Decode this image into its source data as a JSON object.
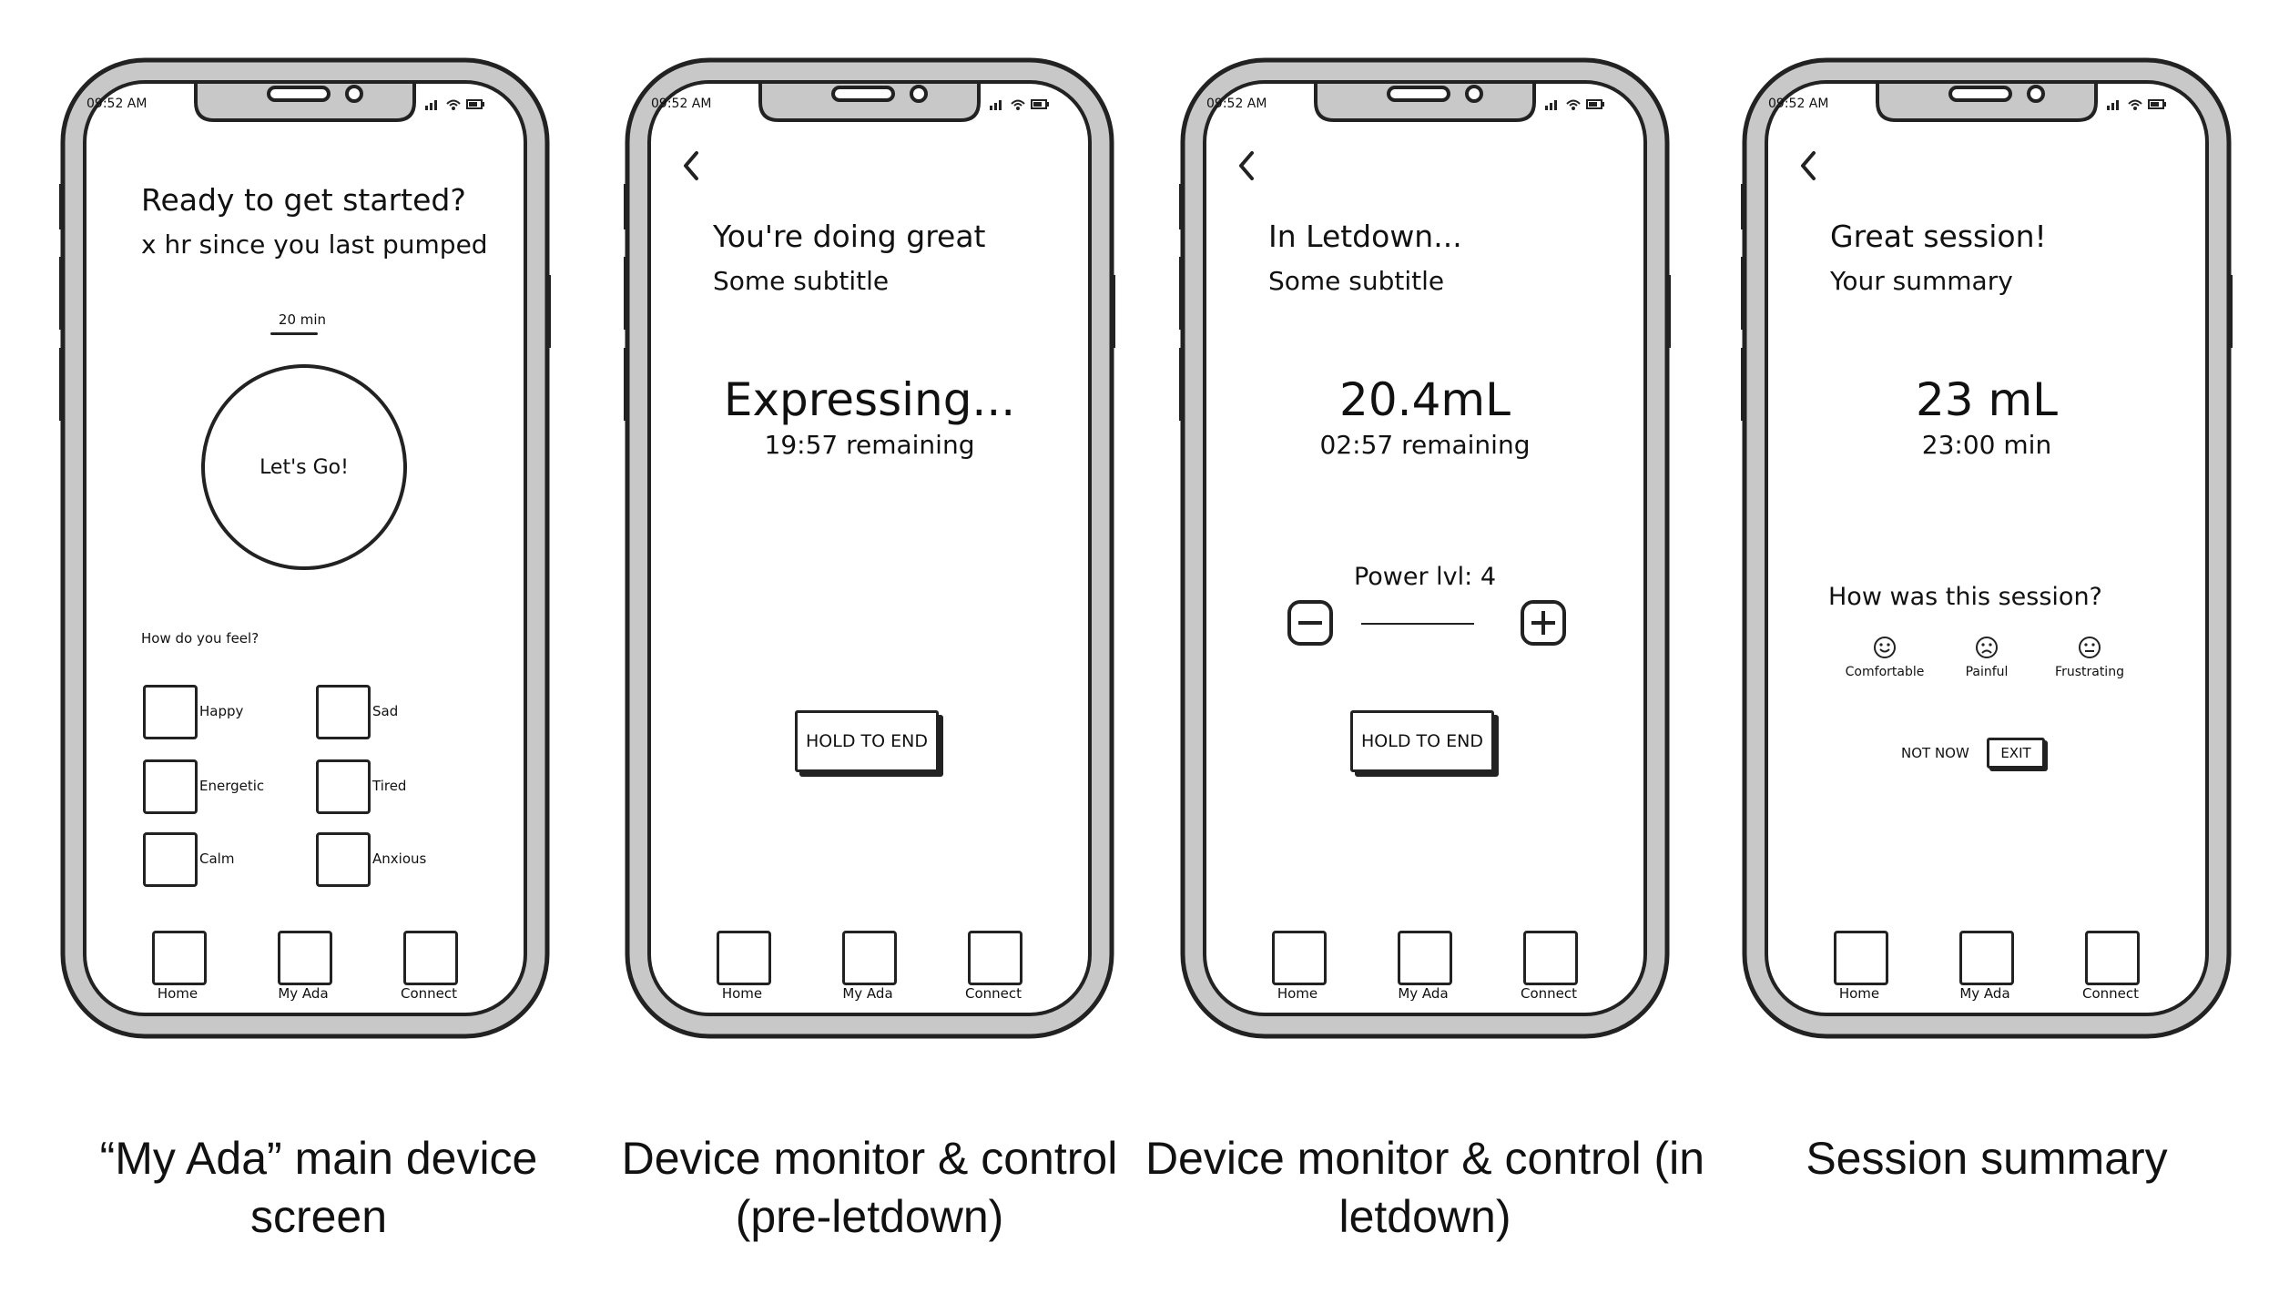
{
  "status_time": "09:52 AM",
  "nav": {
    "home": "Home",
    "my_ada": "My Ada",
    "connect": "Connect"
  },
  "screens": {
    "main": {
      "title": "Ready to get started?",
      "subtitle": "x hr since you last pumped",
      "duration": "20 min",
      "go_button": "Let's Go!",
      "feel_prompt": "How do you feel?",
      "feelings": [
        "Happy",
        "Sad",
        "Energetic",
        "Tired",
        "Calm",
        "Anxious"
      ]
    },
    "pre_letdown": {
      "title": "You're doing great",
      "subtitle": "Some subtitle",
      "status": "Expressing...",
      "remaining": "19:57 remaining",
      "hold_button": "HOLD TO END"
    },
    "letdown": {
      "title": "In Letdown...",
      "subtitle": "Some subtitle",
      "volume": "20.4mL",
      "remaining": "02:57 remaining",
      "power_label": "Power lvl: 4",
      "power_level": 4,
      "hold_button": "HOLD TO END"
    },
    "summary": {
      "title": "Great session!",
      "subtitle": "Your summary",
      "volume": "23 mL",
      "duration": "23:00 min",
      "question": "How was this session?",
      "moods": [
        {
          "label": "Comfortable",
          "icon": "smile-icon"
        },
        {
          "label": "Painful",
          "icon": "frown-icon"
        },
        {
          "label": "Frustrating",
          "icon": "neutral-face-icon"
        }
      ],
      "not_now": "NOT NOW",
      "exit": "EXIT"
    }
  },
  "captions": {
    "main": "“My Ada” main device screen",
    "pre_letdown": "Device monitor & control (pre-letdown)",
    "letdown": "Device monitor & control (in letdown)",
    "summary": "Session summary"
  }
}
